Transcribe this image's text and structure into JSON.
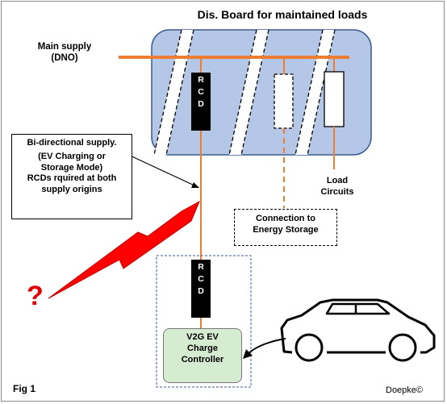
{
  "title": "Dis. Board for maintained loads",
  "main_supply": [
    "Main supply",
    "(DNO)"
  ],
  "bidirectional_note": [
    "Bi-directional supply.",
    "(EV Charging or",
    "Storage Mode)",
    "RCDs rquired at both",
    "supply origins"
  ],
  "rcd_letters": [
    "R",
    "C",
    "D"
  ],
  "load_circuits": [
    "Load",
    "Circuits"
  ],
  "energy_storage": [
    "Connection to",
    "Energy Storage"
  ],
  "controller": [
    "V2G EV",
    "Charge",
    "Controller"
  ],
  "question_mark": "?",
  "figure_label": "Fig 1",
  "credit": "Doepke©",
  "colors": {
    "board_fill": "#b4c7e7",
    "board_stroke": "#3b5a8f",
    "supply_line": "#ed7d31",
    "controller_fill": "#d6ecd0",
    "fault_bolt": "#ff0000",
    "rcd_fill": "#000000"
  }
}
